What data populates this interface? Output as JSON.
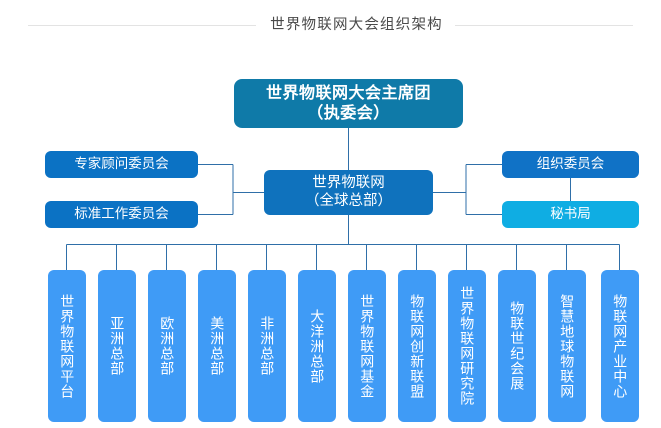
{
  "page": {
    "title": "世界物联网大会组织架构",
    "background": "#ffffff"
  },
  "colors": {
    "presidium": "#0f7aa8",
    "headquarters": "#0f72bd",
    "committee": "#0b72c4",
    "organizing": "#1072c6",
    "secretariat": "#0fade3",
    "branch": "#3f9bf6",
    "connector_line": "#2f6fa8",
    "title_rule": "#e3e3e3",
    "title_text": "#4a4a4a"
  },
  "chart_data": {
    "type": "diagram",
    "title": "世界物联网大会组织架构",
    "root": {
      "id": "presidium",
      "label": "世界物联网大会主席团\n（执委会）",
      "label_line1": "世界物联网大会主席团",
      "label_line2": "（执委会）"
    },
    "center": {
      "id": "headquarters",
      "label_line1": "世界物联网",
      "label_line2": "（全球总部）"
    },
    "left_nodes": [
      {
        "id": "advisory",
        "label": "专家顾问委员会"
      },
      {
        "id": "standards",
        "label": "标准工作委员会"
      }
    ],
    "right_nodes": [
      {
        "id": "organizing",
        "label": "组织委员会"
      },
      {
        "id": "secretariat",
        "label": "秘书局"
      }
    ],
    "bottom_nodes": [
      {
        "id": "iot-platform",
        "label": "世界物联网平台"
      },
      {
        "id": "asia-hq",
        "label": "亚洲总部"
      },
      {
        "id": "europe-hq",
        "label": "欧洲总部"
      },
      {
        "id": "america-hq",
        "label": "美洲总部"
      },
      {
        "id": "africa-hq",
        "label": "非洲总部"
      },
      {
        "id": "oceania-hq",
        "label": "大洋洲总部"
      },
      {
        "id": "iot-fund",
        "label": "世界物联网基金"
      },
      {
        "id": "innovation-alliance",
        "label": "物联网创新联盟"
      },
      {
        "id": "research-institute",
        "label": "世界物联网研究院"
      },
      {
        "id": "expo",
        "label": "物联世纪会展"
      },
      {
        "id": "smart-earth",
        "label": "智慧地球物联网"
      },
      {
        "id": "industry-center",
        "label": "物联网产业中心"
      }
    ]
  }
}
